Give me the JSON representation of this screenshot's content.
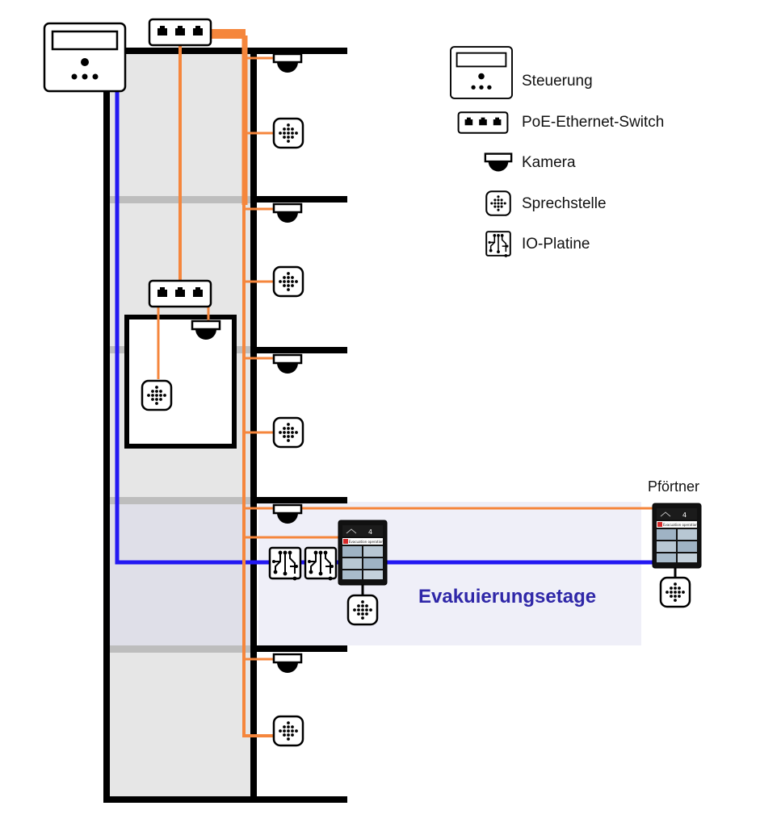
{
  "legend": {
    "controller": "Steuerung",
    "switch": "PoE-Ethernet-Switch",
    "camera": "Kamera",
    "intercom": "Sprechstelle",
    "io_board": "IO-Platine"
  },
  "evacuation_floor_label": "Evakuierungsetage",
  "porter_label": "Pförtner",
  "screen": {
    "floor_number": "4",
    "message": "Evacuation operation"
  },
  "colors": {
    "ethernet": "#f5863c",
    "control_bus": "#2318f2",
    "shaft": "#e6e6e6",
    "evacuation_band": "#efeff8",
    "evacuation_text": "#2f27a8",
    "floor_slab": "#bdbdbd"
  }
}
